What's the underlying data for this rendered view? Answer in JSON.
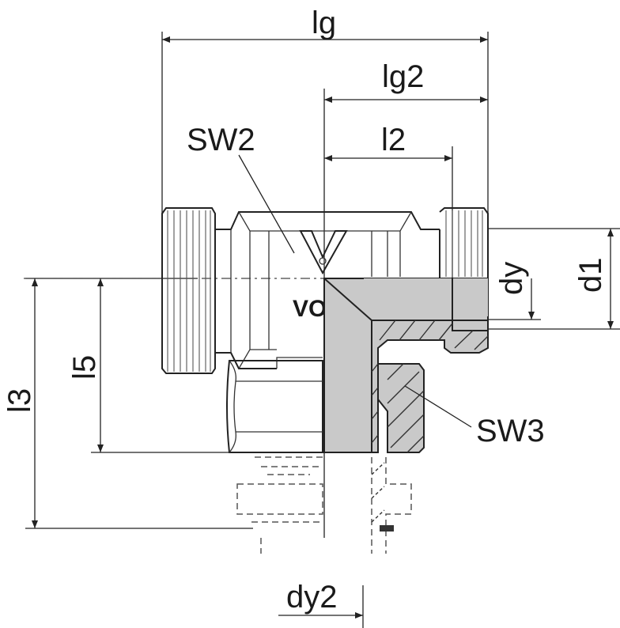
{
  "drawing": {
    "labels": {
      "lg": "lg",
      "lg2": "lg2",
      "l2": "l2",
      "sw2": "SW2",
      "dy": "dy",
      "d1": "d1",
      "l3": "l3",
      "l5": "l5",
      "sw3": "SW3",
      "dy2": "dy2",
      "marking": "VO"
    }
  }
}
